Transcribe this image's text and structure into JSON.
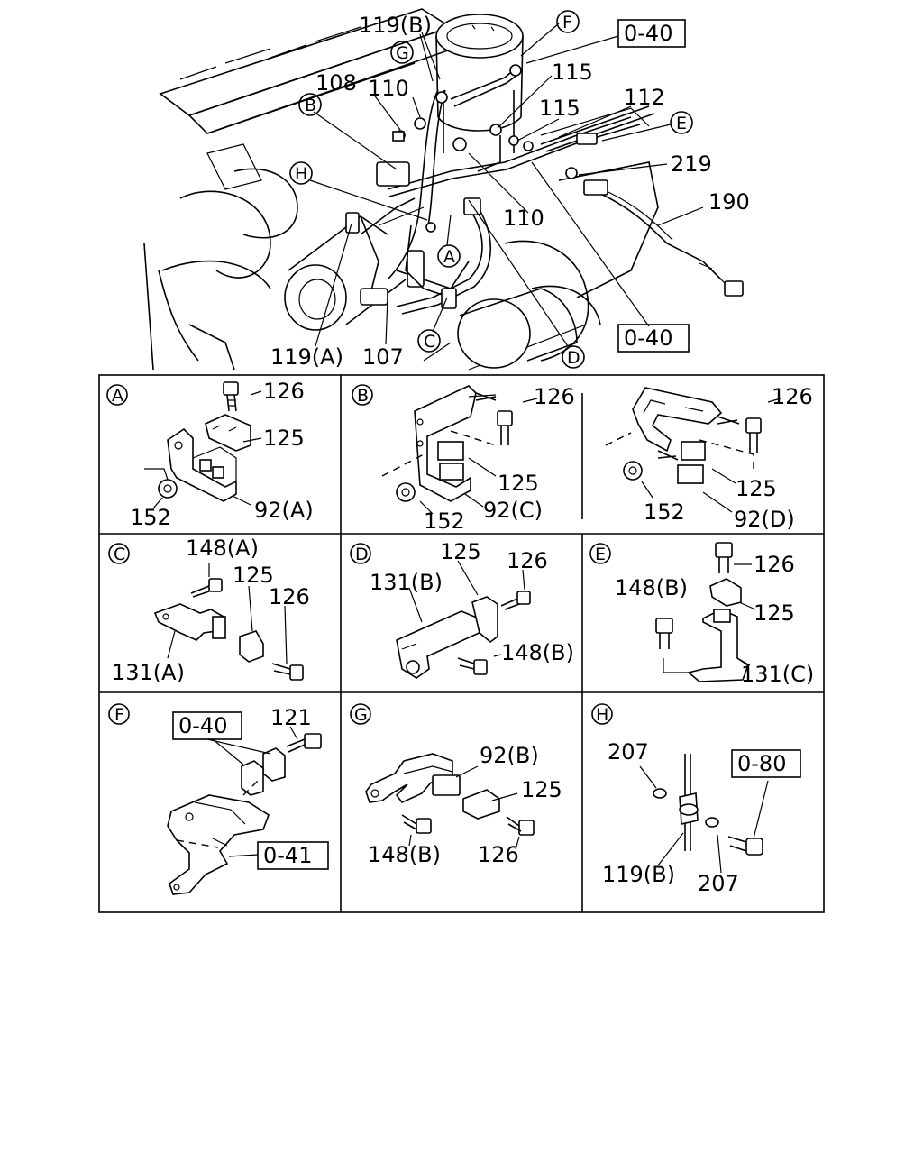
{
  "overview": {
    "labels": {
      "l119b": "119(B)",
      "l115a": "115",
      "l115b": "115",
      "l112": "112",
      "l108": "108",
      "l110a": "110",
      "l110b": "110",
      "l219": "219",
      "l190": "190",
      "l119a": "119(A)",
      "l107": "107"
    },
    "refs": {
      "r1": "0-40",
      "r2": "0-40"
    },
    "callouts": {
      "F": "F",
      "G": "G",
      "B": "B",
      "H": "H",
      "E": "E",
      "A": "A",
      "C": "C",
      "D": "D"
    }
  },
  "panels": {
    "A": {
      "letter": "A",
      "labels": {
        "p126": "126",
        "p125": "125",
        "p152": "152",
        "p92": "92(A)"
      }
    },
    "B": {
      "letter": "B",
      "left": {
        "p126": "126",
        "p125": "125",
        "p152": "152",
        "p92": "92(C)"
      },
      "right": {
        "p126": "126",
        "p125": "125",
        "p152": "152",
        "p92": "92(D)"
      }
    },
    "C": {
      "letter": "C",
      "labels": {
        "p148": "148(A)",
        "p125": "125",
        "p126": "126",
        "p131": "131(A)"
      }
    },
    "D": {
      "letter": "D",
      "labels": {
        "p131": "131(B)",
        "p125": "125",
        "p126": "126",
        "p148": "148(B)"
      }
    },
    "E": {
      "letter": "E",
      "labels": {
        "p126": "126",
        "p148": "148(B)",
        "p125": "125",
        "p131": "131(C)"
      }
    },
    "F": {
      "letter": "F",
      "labels": {
        "p121": "121"
      },
      "refs": {
        "r1": "0-40",
        "r2": "0-41"
      }
    },
    "G": {
      "letter": "G",
      "labels": {
        "p92": "92(B)",
        "p125": "125",
        "p148": "148(B)",
        "p126": "126"
      }
    },
    "H": {
      "letter": "H",
      "labels": {
        "p207a": "207",
        "p207b": "207",
        "p119": "119(B)"
      },
      "refs": {
        "r1": "0-80"
      }
    }
  }
}
